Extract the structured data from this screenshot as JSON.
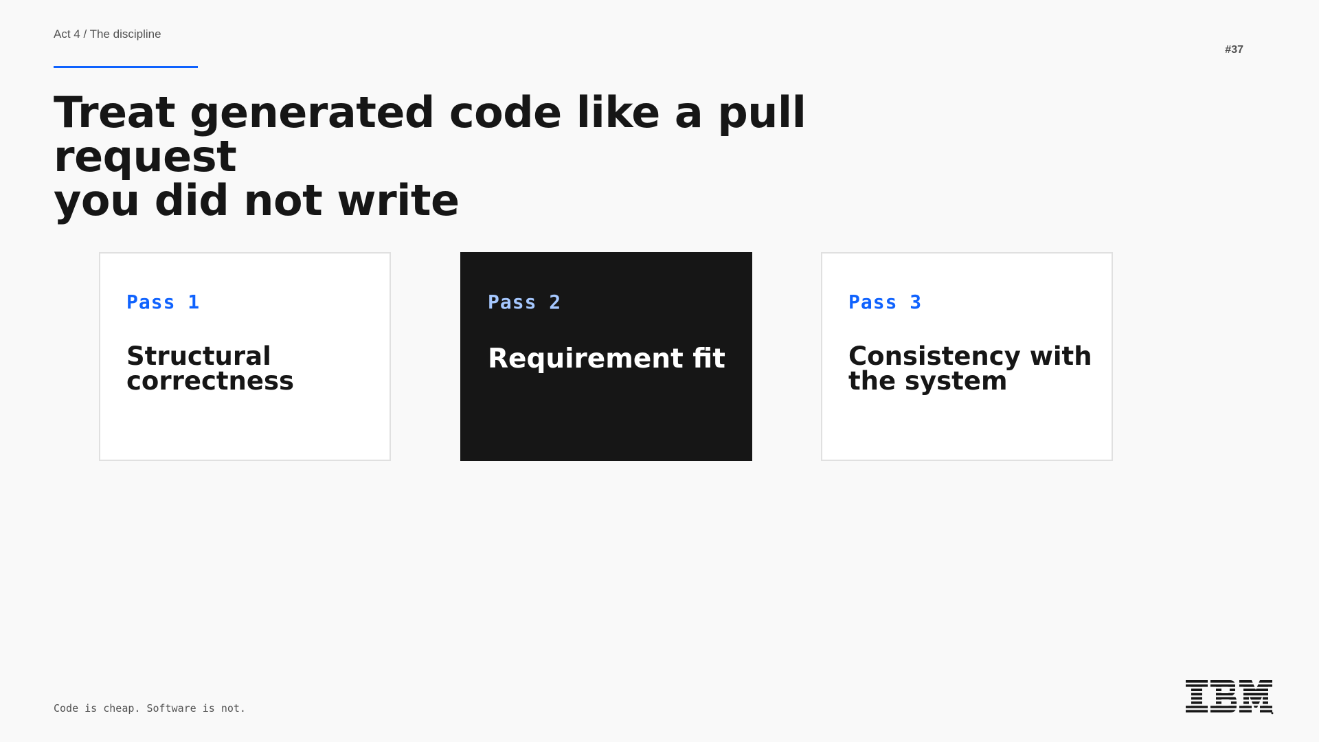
{
  "header": {
    "breadcrumb": "Act 4 / The discipline",
    "slide_number": "#37",
    "accent_color": "#0f62fe"
  },
  "title": {
    "line1": "Treat generated code like a pull request",
    "line2": "you did not write"
  },
  "cards": [
    {
      "label": "Pass 1",
      "heading": "Structural correctness",
      "theme": "light"
    },
    {
      "label": "Pass 2",
      "heading": "Requirement fit",
      "theme": "dark"
    },
    {
      "label": "Pass 3",
      "heading": "Consistency with the system",
      "theme": "light"
    }
  ],
  "footer": {
    "tagline": "Code is cheap. Software is not.",
    "logo": "IBM",
    "logo_icon": "ibm-logo-icon"
  },
  "colors": {
    "background": "#f9f9f9",
    "text": "#161616",
    "accent": "#0f62fe",
    "dark_card": "#161616",
    "dark_card_label": "#a6c8ff"
  }
}
